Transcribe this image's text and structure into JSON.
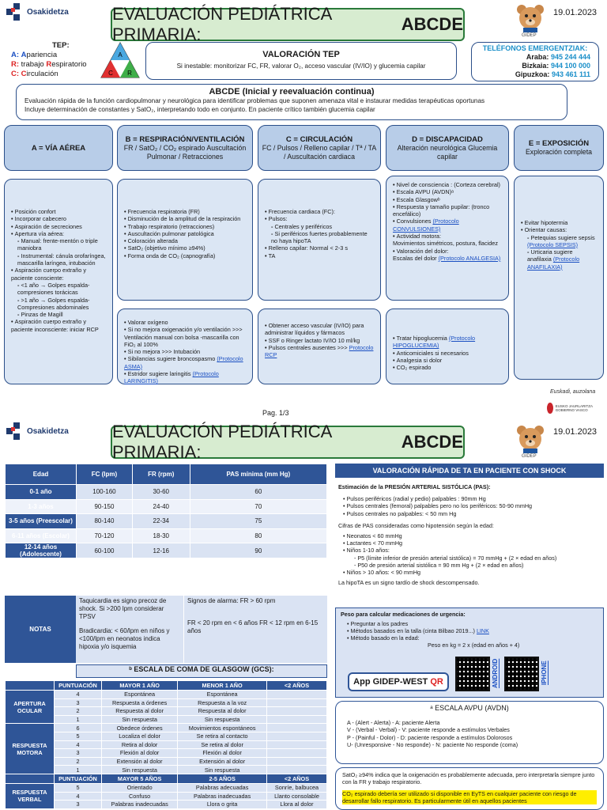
{
  "header": {
    "org": "Osakidetza",
    "title_prefix": "EVALUACIÓN PEDIÁTRICA PRIMARIA:",
    "title_bold": "ABCDE",
    "date": "19.01.2023",
    "gidep": "GIDEP"
  },
  "tep": {
    "heading": "TEP:",
    "items": [
      {
        "letter": "A:",
        "rest_a": "A",
        "rest_b": "pariencia"
      },
      {
        "letter": "R:",
        "rest_a": "trabajo ",
        "rest_b": "R",
        "rest_c": "espiratorio"
      },
      {
        "letter": "C:",
        "rest_a": "C",
        "rest_b": "irculación"
      }
    ],
    "tri_a": "A",
    "tri_r": "R",
    "tri_c": "C",
    "box_title": "VALORACIÓN TEP",
    "box_text": "Si inestable: monitorizar FC, FR, valorar O₂, acceso vascular (IV/IO) y glucemia capilar"
  },
  "telefonos": {
    "heading": "TELÉFONOS EMERGENTZIAK:",
    "rows": [
      {
        "place": "Araba:",
        "num": "945 244 444"
      },
      {
        "place": "Bizkaia:",
        "num": "944 100 000"
      },
      {
        "place": "Gipuzkoa:",
        "num": "943 461 111"
      }
    ]
  },
  "abcde": {
    "title": "ABCDE  (Inicial y reevaluación continua)",
    "line1": "Evaluación rápida de la función cardiopulmonar y neurológica para identificar problemas que suponen amenaza vital e instaurar medidas terapéuticas oportunas",
    "line2": "Incluye determinación de constantes y SatO₂, interpretando todo en conjunto. En paciente crítico también glucemia capilar"
  },
  "columns": [
    {
      "h": "A = VÍA AÉREA",
      "s": ""
    },
    {
      "h": "B = RESPIRACIÓN/VENTILACIÓN",
      "s": "FR / SatO₂ / CO₂ espirado Auscultación Pulmonar / Retracciones"
    },
    {
      "h": "C = CIRCULACIÓN",
      "s": "FC / Pulsos / Relleno capilar / Tª / TA / Auscultación cardiaca"
    },
    {
      "h": "D = DISCAPACIDAD",
      "s": "Alteración neurológica Glucemia capilar"
    },
    {
      "h": "E = EXPOSICIÓN",
      "s": "Exploración completa"
    }
  ],
  "col_a": [
    {
      "t": "Posición confort",
      "k": "li"
    },
    {
      "t": "Incorporar cabecero",
      "k": "li"
    },
    {
      "t": "Aspiración de secreciones",
      "k": "li"
    },
    {
      "t": "Apertura vía aérea:",
      "k": "li"
    },
    {
      "t": "Manual: frente-mentón o triple maniobra",
      "k": "sub"
    },
    {
      "t": "Instrumental: cánula orofaríngea, mascarilla laríngea, intubación",
      "k": "sub"
    },
    {
      "t": "Aspiración cuerpo extraño y paciente consciente:",
      "k": "li"
    },
    {
      "t": "<1 año → Golpes espalda-compresiones torácicas",
      "k": "sub"
    },
    {
      "t": ">1 año → Golpes espalda-Compresiones abdominales",
      "k": "sub"
    },
    {
      "t": "Pinzas de Magill",
      "k": "sub"
    },
    {
      "t": "Aspiración cuerpo extraño y paciente inconsciente: iniciar RCP",
      "k": "li"
    }
  ],
  "col_b1": [
    "Frecuencia respiratoria (FR)",
    "Disminución de la amplitud de la respiración",
    "Trabajo respiratorio (retracciones)",
    "Auscultación pulmonar patológica",
    "Coloración alterada",
    "SatO₂ (objetivo mínimo ≥94%)",
    "Forma onda de CO₂ (capnografía)"
  ],
  "col_b2": [
    {
      "t": "Valorar oxígeno",
      "l": ""
    },
    {
      "t": "Si no mejora oxigenación y/o ventilación >>> Ventilación manual con bolsa -mascarilla con FiO₂ al 100%",
      "l": ""
    },
    {
      "t": "Si no mejora >>> Intubación",
      "l": ""
    },
    {
      "t": "Sibilancias sugiere broncospasmo",
      "l": "(Protocolo ASMA)"
    },
    {
      "t": "Estridor sugiere laringitis",
      "l": "(Protocolo LARINGITIS)"
    }
  ],
  "col_c1": [
    {
      "t": "Frecuencia cardiaca (FC):",
      "k": "li"
    },
    {
      "t": "Pulsos:",
      "k": "li"
    },
    {
      "t": "Centrales y periféricos",
      "k": "sub"
    },
    {
      "t": "Si periféricos fuertes probablemente no haya hipoTA",
      "k": "sub"
    },
    {
      "t": "Relleno capilar: Normal < 2-3 s",
      "k": "li"
    },
    {
      "t": "TA",
      "k": "li"
    }
  ],
  "col_c2": [
    {
      "t": "Obtener acceso vascular (IV/IO) para administrar líquidos y fármacos",
      "l": ""
    },
    {
      "t": "SSF o Ringer lactato IV/IO 10 ml/kg",
      "l": ""
    },
    {
      "t": "Pulsos centrales ausentes >>>",
      "l": "Protocolo RCP"
    }
  ],
  "col_d1": [
    {
      "t": "Nivel de consciencia : (Corteza cerebral)",
      "k": "li",
      "l": ""
    },
    {
      "t": "Escala AVPU (AVDN)ᵃ",
      "k": "li",
      "l": ""
    },
    {
      "t": "Escala Glasgowᵇ",
      "k": "li",
      "l": ""
    },
    {
      "t": "Respuesta y tamaño pupilar: (tronco encefálico)",
      "k": "li",
      "l": ""
    },
    {
      "t": "Convulsiones",
      "k": "li",
      "l": "(Protocolo CONVULSIONES)"
    },
    {
      "t": "Actividad motora:",
      "k": "li",
      "l": ""
    },
    {
      "t": "Movimientos simétricos, postura, flacidez",
      "k": "nb",
      "l": ""
    },
    {
      "t": "Valoración del dolor:",
      "k": "li",
      "l": ""
    },
    {
      "t": "Escalas del dolor",
      "k": "nb",
      "l": "(Protocolo ANALGESIA)"
    }
  ],
  "col_d2": [
    {
      "t": "Tratar hipoglucemia",
      "l": "(Protocolo HIPOGLUCEMIA)"
    },
    {
      "t": "Anticomiciales si necesarios",
      "l": ""
    },
    {
      "t": "Analgesia si dolor",
      "l": ""
    },
    {
      "t": "CO₂ espirado",
      "l": ""
    }
  ],
  "col_e": [
    {
      "t": "Evitar hipotermia",
      "k": "li",
      "l": ""
    },
    {
      "t": "Orientar causas:",
      "k": "li",
      "l": ""
    },
    {
      "t": "Petequias sugiere sepsis",
      "k": "sub",
      "l": "(Protocolo SEPSIS)"
    },
    {
      "t": "Urticaria sugiere anafilaxia",
      "k": "sub",
      "l": "(Protocolo ANAFILAXIA)"
    }
  ],
  "footer": {
    "page": "Pag. 1/3",
    "euskadi": "Euskadi, auzolana",
    "gov": "EUSKO JAURLARITZA GOBIERNO VASCO"
  },
  "vitals": {
    "headers": [
      "Edad",
      "FC (lpm)",
      "FR (rpm)",
      "PAS mínima (mm Hg)"
    ],
    "rows": [
      [
        "0-1 año",
        "100-160",
        "30-60",
        "60"
      ],
      [
        "1-3 años",
        "90-150",
        "24-40",
        "70"
      ],
      [
        "3-5 años (Preescolar)",
        "80-140",
        "22-34",
        "75"
      ],
      [
        "6-11 años (Escolar)",
        "70-120",
        "18-30",
        "80"
      ],
      [
        "12-14 años (Adolescente)",
        "60-100",
        "12-16",
        "90"
      ]
    ],
    "notes_label": "NOTAS",
    "note1": "Taquicardia es signo precoz de shock. Si >200 lpm considerar TPSV",
    "note2": "Bradicardia: < 60/lpm en niños y <100/lpm en neonatos indica hipoxia y/o isquemia",
    "note3": "Signos de alarma: FR > 60 rpm",
    "note4": "FR < 20 rpm en < 6 años FR < 12 rpm en 6-15 años"
  },
  "gcs": {
    "title": "ᵇ ESCALA DE COMA DE GLASGOW (GCS):",
    "head1": [
      "PUNTUACIÓN",
      "MAYOR 1 AÑO",
      "MENOR 1 AÑO",
      "<2 AÑOS"
    ],
    "ocular_label": "APERTURA OCULAR",
    "ocular": [
      [
        "4",
        "Espontánea",
        "Espontánea",
        ""
      ],
      [
        "3",
        "Respuesta a órdenes",
        "Respuesta a la voz",
        ""
      ],
      [
        "2",
        "Respuesta al dolor",
        "Respuesta al dolor",
        ""
      ],
      [
        "1",
        "Sin respuesta",
        "Sin respuesta",
        ""
      ]
    ],
    "motora_label": "RESPUESTA MOTORA",
    "motora": [
      [
        "6",
        "Obedece órdenes",
        "Movimientos espontáneos",
        ""
      ],
      [
        "5",
        "Localiza el dolor",
        "Se retira al contacto",
        ""
      ],
      [
        "4",
        "Retira al dolor",
        "Se retira al dolor",
        ""
      ],
      [
        "3",
        "Flexión al dolor",
        "Flexión al dolor",
        ""
      ],
      [
        "2",
        "Extensión al dolor",
        "Extensión al dolor",
        ""
      ],
      [
        "1",
        "Sin respuesta",
        "Sin respuesta",
        ""
      ]
    ],
    "head2": [
      "PUNTUACIÓN",
      "MAYOR 5 AÑOS",
      "2-5 AÑOS",
      "<2 AÑOS"
    ],
    "verbal_label": "RESPUESTA VERBAL",
    "verbal": [
      [
        "5",
        "Orientado",
        "Palabras adecuadas",
        "Sonríe, balbucea"
      ],
      [
        "4",
        "Confuso",
        "Palabras inadecuadas",
        "Llanto consolable"
      ],
      [
        "3",
        "Palabras inadecuadas",
        "Llora o grita",
        "Llora al dolor"
      ]
    ]
  },
  "shock": {
    "title": "VALORACIÓN RÁPIDA DE TA EN PACIENTE CON SHOCK",
    "est": "Estimación de la PRESIÓN ARTERIAL SISTÓLICA (PAS):",
    "pulses": [
      "Pulsos periféricos (radial y pedio) palpables : 90mm Hg",
      "Pulsos centrales (femoral) palpables pero no los periféricos: 50-90 mmHg",
      "Pulsos centrales no palpables: < 50 mm Hg"
    ],
    "cifras": "Cifras de PAS consideradas como hipotensión según la edad:",
    "ages": [
      {
        "t": "Neonatos < 60 mmHg",
        "k": "li"
      },
      {
        "t": "Lactantes < 70 mmHg",
        "k": "li"
      },
      {
        "t": "Niños 1-10 años:",
        "k": "li"
      },
      {
        "t": "P5 (límite inferior de presión arterial sistólica) = 70 mmHg + (2 × edad en años)",
        "k": "s2"
      },
      {
        "t": "P50 de presión arterial sistólica = 90 mm Hg + (2 × edad en años)",
        "k": "s2"
      },
      {
        "t": "Niños > 10 años: < 90 mmHg",
        "k": "li"
      }
    ],
    "hipota": "La hipoTA es un signo tardío de shock descompensado."
  },
  "peso": {
    "title": "Peso para calcular medicaciones de urgencia:",
    "items": [
      {
        "t": "Preguntar a los padres",
        "l": ""
      },
      {
        "t": "Métodos basados en la talla (cinta Bilbao 2019...)",
        "l": "LINK"
      },
      {
        "t": "Método basado en la edad:",
        "l": ""
      }
    ],
    "formula": "Peso en kg = 2 x (edad en años + 4)",
    "app_label": "App GIDEP-WEST ",
    "app_qr": "QR",
    "android": "ANDROID",
    "iphone": "IPHONE"
  },
  "avpu": {
    "title": "ᵃ ESCALA AVPU  (AVDN)",
    "rows": [
      "A - (Alert - Alerta) - A: paciente Alerta",
      "V - (Verbal - Verbal) - V: paciente responde a estímulos Verbales",
      "P - (Painful - Dolor) - D: paciente responde a estímulos Dolorosos",
      "U- (Unresponsive - No responde) - N: paciente No responde (coma)"
    ]
  },
  "sat": {
    "text1": "SatO₂ ≥94% indica que la oxigenación es probablemente adecuada, pero interpretarla siempre junto con la FR y trabajo respiratorio.",
    "text2": "CO₂ espirado debería ser utilizado si disponible en EyTS en cualquier paciente con riesgo de desarrollar fallo respiratorio. Es particularmente útil en aquellos pacientes"
  }
}
